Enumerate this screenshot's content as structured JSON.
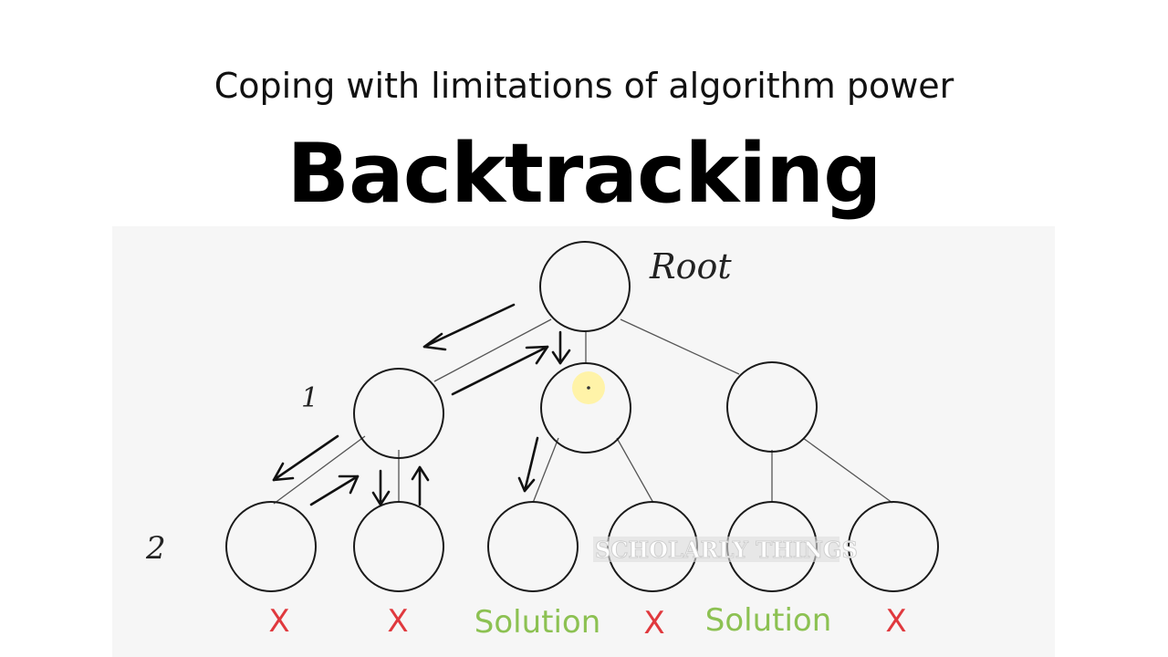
{
  "header": {
    "subtitle": "Coping with limitations of algorithm power",
    "title": "Backtracking"
  },
  "diagram": {
    "root_label": "Root",
    "level_labels": [
      "1",
      "2"
    ],
    "leaf_labels": [
      "X",
      "X",
      "Solution",
      "X",
      "Solution",
      "X"
    ],
    "watermark": "SCHOLARLY THINGS",
    "colors": {
      "fail": "#e0393e",
      "solution": "#8cc152",
      "cursor_highlight": "#fff3a8",
      "node_stroke": "#1a1a1a",
      "edge": "#555555"
    }
  }
}
